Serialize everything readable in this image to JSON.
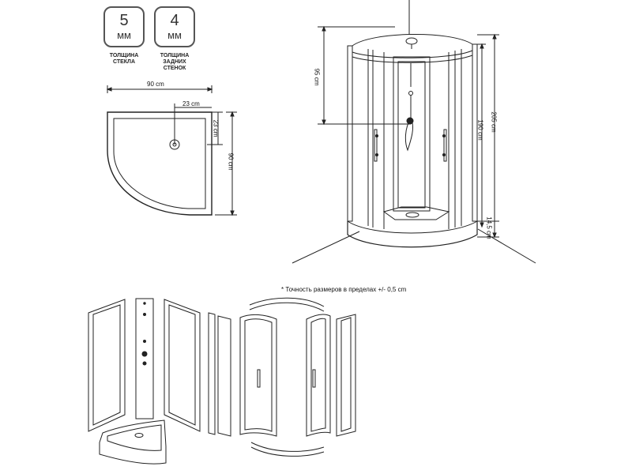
{
  "badges": [
    {
      "value": "5",
      "unit": "мм",
      "caption_line1": "ТОЛЩИНА",
      "caption_line2": "СТЕКЛА"
    },
    {
      "value": "4",
      "unit": "мм",
      "caption_line1": "ТОЛЩИНА",
      "caption_line2": "ЗАДНИХ",
      "caption_line3": "СТЕНОК"
    }
  ],
  "tray_plan": {
    "width_label": "90 cm",
    "depth_label": "90 cm",
    "drain_offset_x_label": "23 cm",
    "drain_offset_y_label": "23 cm"
  },
  "cabin_elevation": {
    "shower_height_label": "95 cm",
    "door_height_label": "190 cm",
    "total_height_label": "205 cm",
    "tray_height_label": "14,5 cm"
  },
  "note": "* Точность размеров в пределах +/- 0,5 cm"
}
